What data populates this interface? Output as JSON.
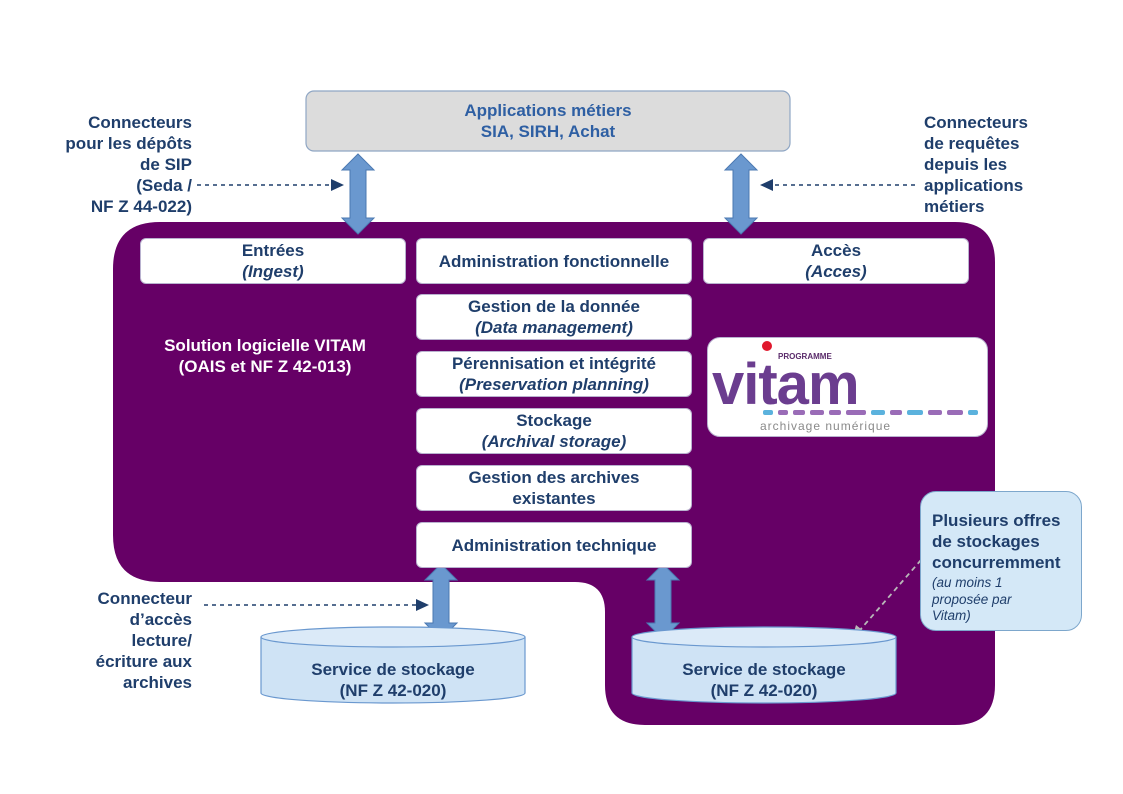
{
  "top_app": {
    "title": "Applications métiers",
    "subtitle": "SIA, SIRH, Achat"
  },
  "left_top_label": [
    "Connecteurs",
    "pour les dépôts",
    "de SIP",
    "(Seda /",
    "NF Z 44-022)"
  ],
  "right_top_label": [
    "Connecteurs",
    "de requêtes",
    "depuis les",
    "applications",
    "métiers"
  ],
  "left_bottom_label": [
    "Connecteur",
    "d’accès",
    "lecture/",
    "écriture aux",
    "archives"
  ],
  "solution": {
    "line1": "Solution logicielle VITAM",
    "line2": "(OAIS et NF Z 42-013)"
  },
  "entrees": {
    "title": "Entrées",
    "subtitle": "(Ingest)"
  },
  "acces": {
    "title": "Accès",
    "subtitle": "(Acces)"
  },
  "modules": {
    "admin_fonct": "Administration fonctionnelle",
    "gestion_donnee": {
      "title": "Gestion de la donnée",
      "subtitle": "(Data management)"
    },
    "perennisation": {
      "title": "Pérennisation et intégrité",
      "subtitle": "(Preservation planning)"
    },
    "stockage": {
      "title": "Stockage",
      "subtitle": "(Archival storage)"
    },
    "gestion_archives": {
      "line1": "Gestion des archives",
      "line2": "existantes"
    },
    "admin_tech": "Administration technique"
  },
  "storage_left": {
    "title": "Service de stockage",
    "subtitle": "(NF Z 42-020)"
  },
  "storage_right": {
    "title": "Service de stockage",
    "subtitle": "(NF Z 42-020)"
  },
  "callout": {
    "title": [
      "Plusieurs offres",
      "de stockages",
      "concurremment"
    ],
    "note": [
      "(au moins 1",
      "proposée par",
      "Vitam)"
    ]
  },
  "logo": {
    "programme": "PROGRAMME",
    "wordmark": "vitam",
    "tagline": "archivage numérique"
  },
  "colors": {
    "purple": "#660066",
    "text_blue": "#1f3e6b",
    "arrow_blue": "#6a98cf",
    "storage_fill": "#cfe3f5",
    "app_fill": "#dcdcdc"
  }
}
